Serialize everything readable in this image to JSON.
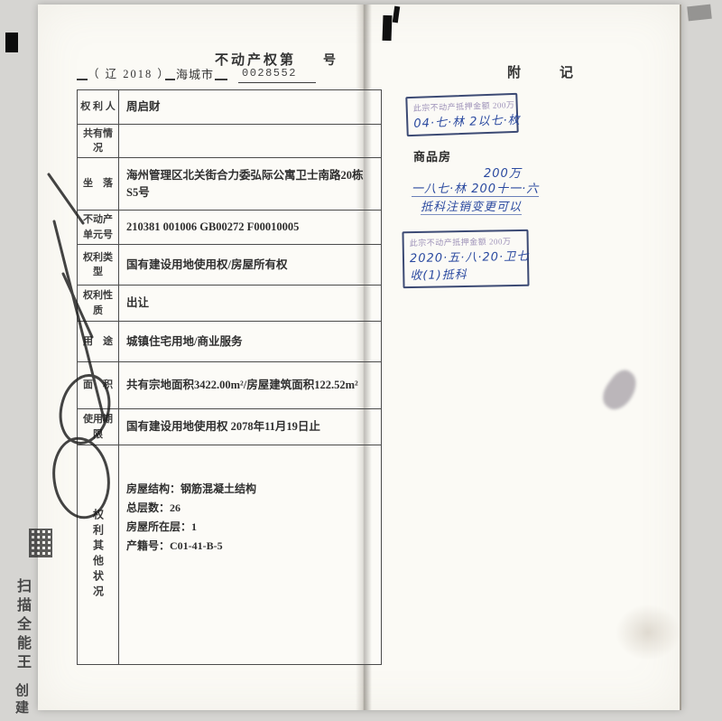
{
  "watermark": {
    "line1": "扫描全能王",
    "line2": "创建"
  },
  "left_page": {
    "header": {
      "series": "（ 辽 2018 ）",
      "city": "海城市",
      "title": "不动产权第",
      "number": "0028552",
      "suffix": "号"
    },
    "rows": [
      {
        "label": "权 利 人",
        "value": "周启财"
      },
      {
        "label": "共有情况",
        "value": ""
      },
      {
        "label": "坐　落",
        "value": "海州管理区北关街合力委弘际公寓卫士南路20栋S5号"
      },
      {
        "label": "不动产单元号",
        "value": "210381 001006 GB00272 F00010005"
      },
      {
        "label": "权利类型",
        "value": "国有建设用地使用权/房屋所有权"
      },
      {
        "label": "权利性质",
        "value": "出让"
      },
      {
        "label": "用　途",
        "value": "城镇住宅用地/商业服务"
      },
      {
        "label": "面　积",
        "value": "共有宗地面积3422.00m²/房屋建筑面积122.52m²"
      },
      {
        "label": "使用期限",
        "value": "国有建设用地使用权 2078年11月19日止"
      },
      {
        "label": "权利其他状况",
        "value": ""
      }
    ],
    "other_status": {
      "lines": [
        "房屋结构：钢筋混凝土结构",
        "总层数：26",
        "房屋所在层：1",
        "产籍号：C01-41-B-5"
      ]
    }
  },
  "right_page": {
    "header": "附　记",
    "note1": {
      "stamp_line": "此宗不动产抵押金额 200万",
      "hand_line": "04·七·林 2以七·枚"
    },
    "commodity_label": "商品房",
    "note2": {
      "line1": "200万",
      "line2": "一八七·林 200十一·六",
      "line3": "抵科注销变更可以"
    },
    "note3": {
      "stamp_line": "此宗不动产抵押金额 200万",
      "line2": "2020·五·八·20·卫七",
      "line3": "收(1)抵科"
    }
  }
}
